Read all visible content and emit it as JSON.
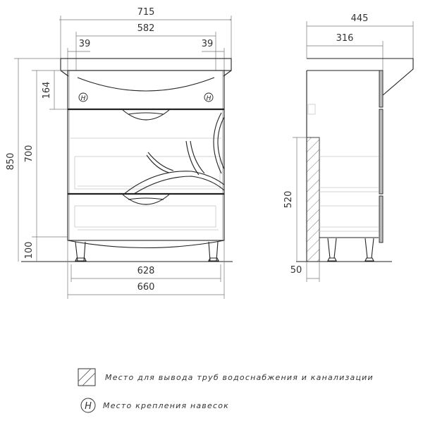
{
  "drawing": {
    "front_view": {
      "dimensions": {
        "total_width": "715",
        "basin_inner_width": "582",
        "left_offset": "39",
        "right_offset": "39",
        "total_height": "850",
        "cabinet_height": "700",
        "top_section_height": "164",
        "leg_height": "100",
        "leg_spacing": "628",
        "cabinet_width": "660"
      },
      "hanging_marker_label": "H"
    },
    "side_view": {
      "dimensions": {
        "total_depth": "445",
        "cabinet_depth": "316",
        "pipe_zone_height": "520",
        "pipe_zone_width": "50"
      }
    }
  },
  "legend": {
    "items": [
      {
        "icon": "hatched-square-icon",
        "text": "Место для вывода труб водоснабжения и канализации"
      },
      {
        "icon": "circle-h-icon",
        "symbol": "H",
        "text": "Место крепления навесок"
      }
    ]
  }
}
